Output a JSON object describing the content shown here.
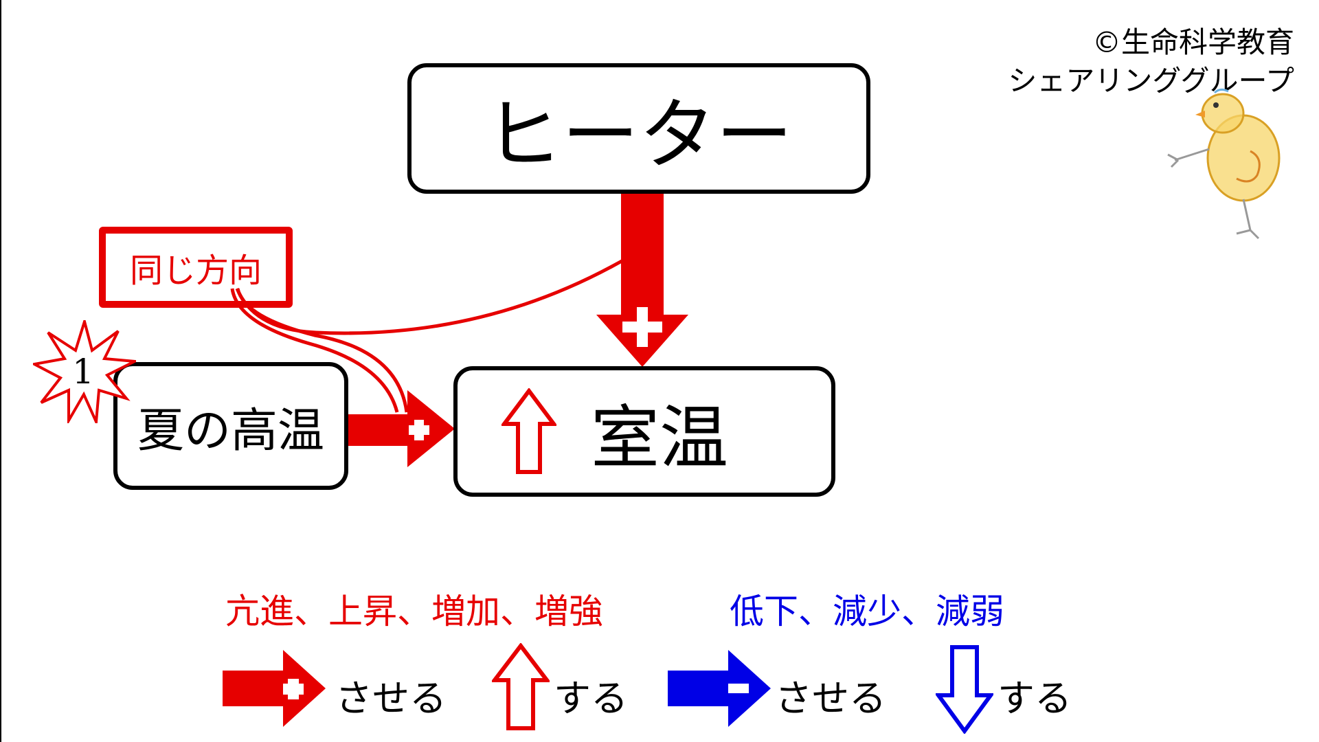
{
  "copyright": {
    "line1": "©生命科学教育",
    "line2": "シェアリンググループ"
  },
  "nodes": {
    "heater": "ヒーター",
    "summer_heat": "夏の高温",
    "room_temp": "室温"
  },
  "labels": {
    "same_direction": "同じ方向",
    "badge_number": "1",
    "plus": "+",
    "minus": "−"
  },
  "legend": {
    "increase_terms": "亢進、上昇、増加、増強",
    "decrease_terms": "低下、減少、減弱",
    "make_red": "させる",
    "do_red": "する",
    "make_blue": "させる",
    "do_blue": "する"
  },
  "colors": {
    "increase": "#e60000",
    "decrease": "#0000e6",
    "outline": "#000000"
  },
  "icons": {
    "mascot": "chick-illustration"
  }
}
